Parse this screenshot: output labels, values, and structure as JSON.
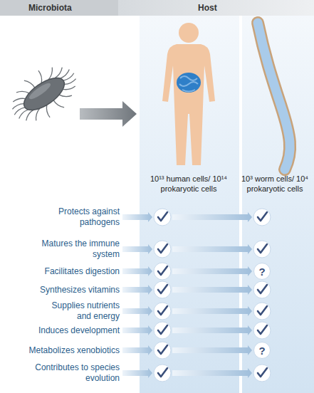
{
  "diagram": {
    "nodes": [
      {
        "text": [
          "Microbiota"
        ]
      },
      {
        "text": [
          "Host"
        ]
      },
      {
        "text": [
          "?"
        ]
      },
      {
        "text": [
          "?"
        ]
      }
    ],
    "labels": [
      "10¹³ human cells/ 10¹⁴ prokaryotic cells",
      "10³ worm cells/ 10⁴ prokaryotic cells",
      "Protects against pathogens",
      "Matures the immune system",
      "Facilitates digestion",
      "Synthesizes vitamins",
      "Supplies nutrients and energy",
      "Induces development",
      "Metabolizes xenobiotics",
      "Contributes to species evolution"
    ]
  }
}
